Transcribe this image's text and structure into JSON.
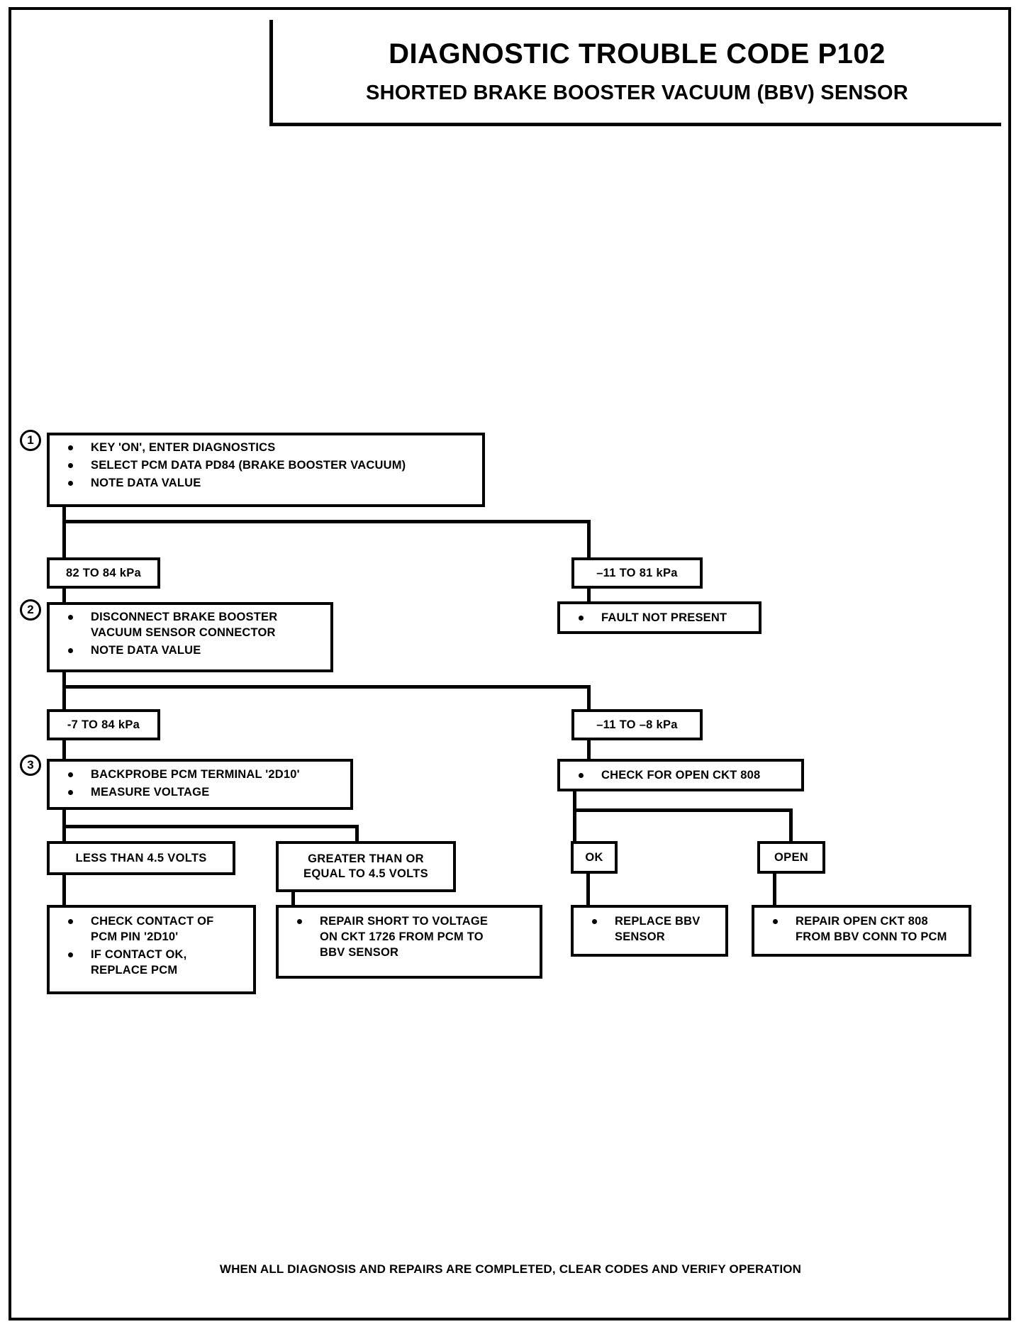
{
  "document": {
    "title_main": "DIAGNOSTIC TROUBLE CODE P102",
    "title_sub": "SHORTED BRAKE BOOSTER VACUUM (BBV) SENSOR",
    "footer": "WHEN ALL DIAGNOSIS AND REPAIRS ARE COMPLETED, CLEAR CODES AND VERIFY OPERATION",
    "ink_color": "#000000",
    "paper_color": "#ffffff"
  },
  "steps": {
    "step1_number": "1",
    "step2_number": "2",
    "step3_number": "3"
  },
  "nodes": {
    "step1": {
      "bullets": [
        "KEY 'ON', ENTER DIAGNOSTICS",
        "SELECT PCM DATA PD84 (BRAKE BOOSTER VACUUM)",
        "NOTE DATA VALUE"
      ]
    },
    "branch1_left": {
      "label": "82 TO 84 kPa"
    },
    "branch1_right": {
      "label": "–11 TO 81 kPa"
    },
    "fault_not_present": {
      "bullets": [
        "FAULT NOT PRESENT"
      ]
    },
    "step2": {
      "bullets": [
        "DISCONNECT BRAKE BOOSTER\nVACUUM SENSOR CONNECTOR",
        "NOTE DATA VALUE"
      ]
    },
    "branch2_left": {
      "label": "-7 TO 84 kPa"
    },
    "branch2_right": {
      "label": "–11 TO –8 kPa"
    },
    "step3": {
      "bullets": [
        "BACKPROBE PCM TERMINAL '2D10'",
        "MEASURE  VOLTAGE"
      ]
    },
    "check_open_ckt": {
      "bullets": [
        "CHECK FOR OPEN CKT 808"
      ]
    },
    "less_than_volts": {
      "label": "LESS THAN 4.5 VOLTS"
    },
    "greater_equal_volts": {
      "label": "GREATER THAN OR\nEQUAL TO  4.5 VOLTS"
    },
    "result_ok": {
      "label": "OK"
    },
    "result_open": {
      "label": "OPEN"
    },
    "action_check_contact": {
      "bullets": [
        "CHECK CONTACT OF\nPCM PIN '2D10'",
        "IF CONTACT OK,\nREPLACE PCM"
      ]
    },
    "action_repair_short": {
      "bullets": [
        "REPAIR SHORT TO VOLTAGE\nON CKT 1726 FROM PCM TO\nBBV SENSOR"
      ]
    },
    "action_replace_sensor": {
      "bullets": [
        "REPLACE BBV\nSENSOR"
      ]
    },
    "action_repair_open": {
      "bullets": [
        "REPAIR OPEN CKT 808\nFROM BBV CONN TO PCM"
      ]
    }
  },
  "chart_data": {
    "type": "diagram",
    "title": "DIAGNOSTIC TROUBLE CODE P102 — SHORTED BRAKE BOOSTER VACUUM (BBV) SENSOR",
    "flow": [
      {
        "id": "step1",
        "step": 1,
        "text": "KEY 'ON', ENTER DIAGNOSTICS; SELECT PCM DATA PD84 (BRAKE BOOSTER VACUUM); NOTE DATA VALUE",
        "branches": [
          {
            "condition": "82 TO 84 kPa",
            "to": "step2"
          },
          {
            "condition": "–11 TO 81 kPa",
            "to": "fault_not_present"
          }
        ]
      },
      {
        "id": "fault_not_present",
        "text": "FAULT NOT PRESENT",
        "terminal": true
      },
      {
        "id": "step2",
        "step": 2,
        "text": "DISCONNECT BRAKE BOOSTER VACUUM SENSOR CONNECTOR; NOTE DATA VALUE",
        "branches": [
          {
            "condition": "-7 TO 84 kPa",
            "to": "step3"
          },
          {
            "condition": "–11 TO –8 kPa",
            "to": "check_open_ckt"
          }
        ]
      },
      {
        "id": "step3",
        "step": 3,
        "text": "BACKPROBE PCM TERMINAL '2D10'; MEASURE VOLTAGE",
        "branches": [
          {
            "condition": "LESS THAN 4.5 VOLTS",
            "to": "action_check_contact"
          },
          {
            "condition": "GREATER THAN OR EQUAL TO 4.5 VOLTS",
            "to": "action_repair_short"
          }
        ]
      },
      {
        "id": "check_open_ckt",
        "text": "CHECK FOR OPEN CKT 808",
        "branches": [
          {
            "condition": "OK",
            "to": "action_replace_sensor"
          },
          {
            "condition": "OPEN",
            "to": "action_repair_open"
          }
        ]
      },
      {
        "id": "action_check_contact",
        "text": "CHECK CONTACT OF PCM PIN '2D10'; IF CONTACT OK, REPLACE PCM",
        "terminal": true
      },
      {
        "id": "action_repair_short",
        "text": "REPAIR SHORT TO VOLTAGE ON CKT 1726 FROM PCM TO BBV SENSOR",
        "terminal": true
      },
      {
        "id": "action_replace_sensor",
        "text": "REPLACE BBV SENSOR",
        "terminal": true
      },
      {
        "id": "action_repair_open",
        "text": "REPAIR OPEN CKT 808 FROM BBV CONN TO PCM",
        "terminal": true
      }
    ]
  }
}
